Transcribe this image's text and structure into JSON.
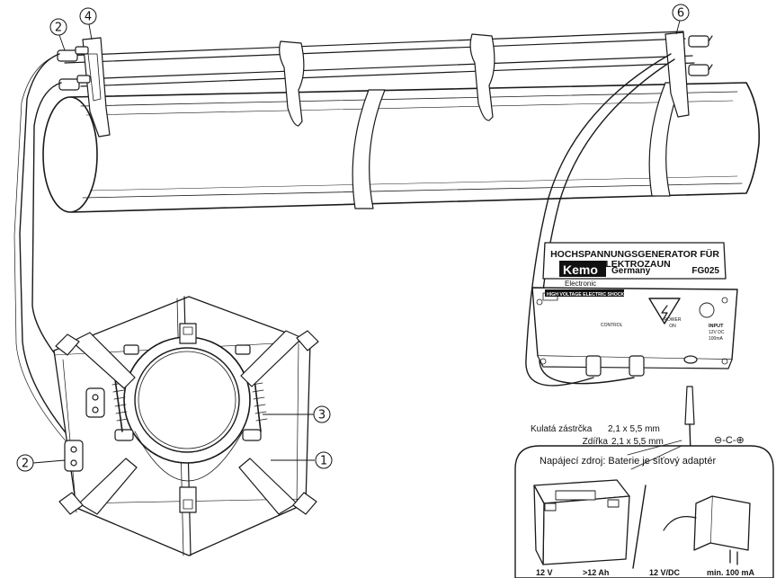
{
  "callouts": [
    "1",
    "2",
    "3",
    "4",
    "6"
  ],
  "device": {
    "title_line1": "HOCHSPANNUNGSGENERATOR FÜR",
    "title_line2": "ELEKTROZAUN",
    "brand": "Kemo",
    "brand_sub": "Electronic",
    "country": "Germany",
    "model": "FG025",
    "warning": "HIGH VOLTAGE ELECTRIC SHOCK",
    "input_label": "INPUT",
    "input_spec1": "12V DC",
    "input_spec2": "100mA",
    "control_label": "CONTROL",
    "power_label": "POWER",
    "power_state": "ON"
  },
  "connector": {
    "plug_label": "Kulatá zástrčka",
    "plug_size": "2,1 x 5,5 mm",
    "socket_label": "Zdířka",
    "socket_size": "2,1 x 5,5 mm",
    "polarity_symbol": "⊖-C-⊕"
  },
  "power_box": {
    "title": "Napájecí zdroj: Baterie je síťový adaptér",
    "battery_voltage": "12 V",
    "battery_capacity": ">12 Ah",
    "adapter_voltage": "12 V/DC",
    "adapter_current": "min. 100 mA"
  }
}
